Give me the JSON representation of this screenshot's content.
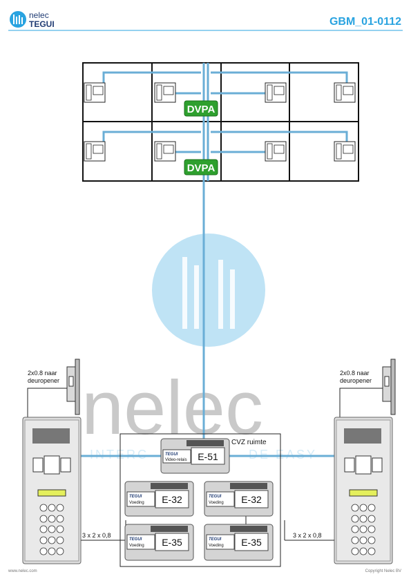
{
  "header": {
    "logo_top": "nelec",
    "logo_bottom": "TEGUI",
    "doc_code": "GBM_01-0112"
  },
  "building": {
    "distributor_label": "DVPA"
  },
  "watermark": {
    "word": "nelec",
    "left_text": "INTERC",
    "right_text": "DE EASY"
  },
  "door_panels": {
    "opener_label_line1": "2x0.8 naar",
    "opener_label_line2": "deuropener",
    "cable_label": "3 x 2 x 0,8"
  },
  "room": {
    "title": "CVZ ruimte",
    "brand": "TEGUI",
    "video_relay": {
      "model": "E-51",
      "sub": "Video-relais"
    },
    "power": {
      "model": "E-32",
      "sub": "Voeding"
    },
    "power2": {
      "model": "E-35",
      "sub": "Voeding"
    }
  },
  "footer": {
    "left": "www.nelec.com",
    "right": "Copyright Nelec BV"
  },
  "colors": {
    "wire": "#6aaed6",
    "accent": "#29a3e0",
    "dvpa": "#2ea02e",
    "watermark_circle": "#bfe3f5"
  }
}
